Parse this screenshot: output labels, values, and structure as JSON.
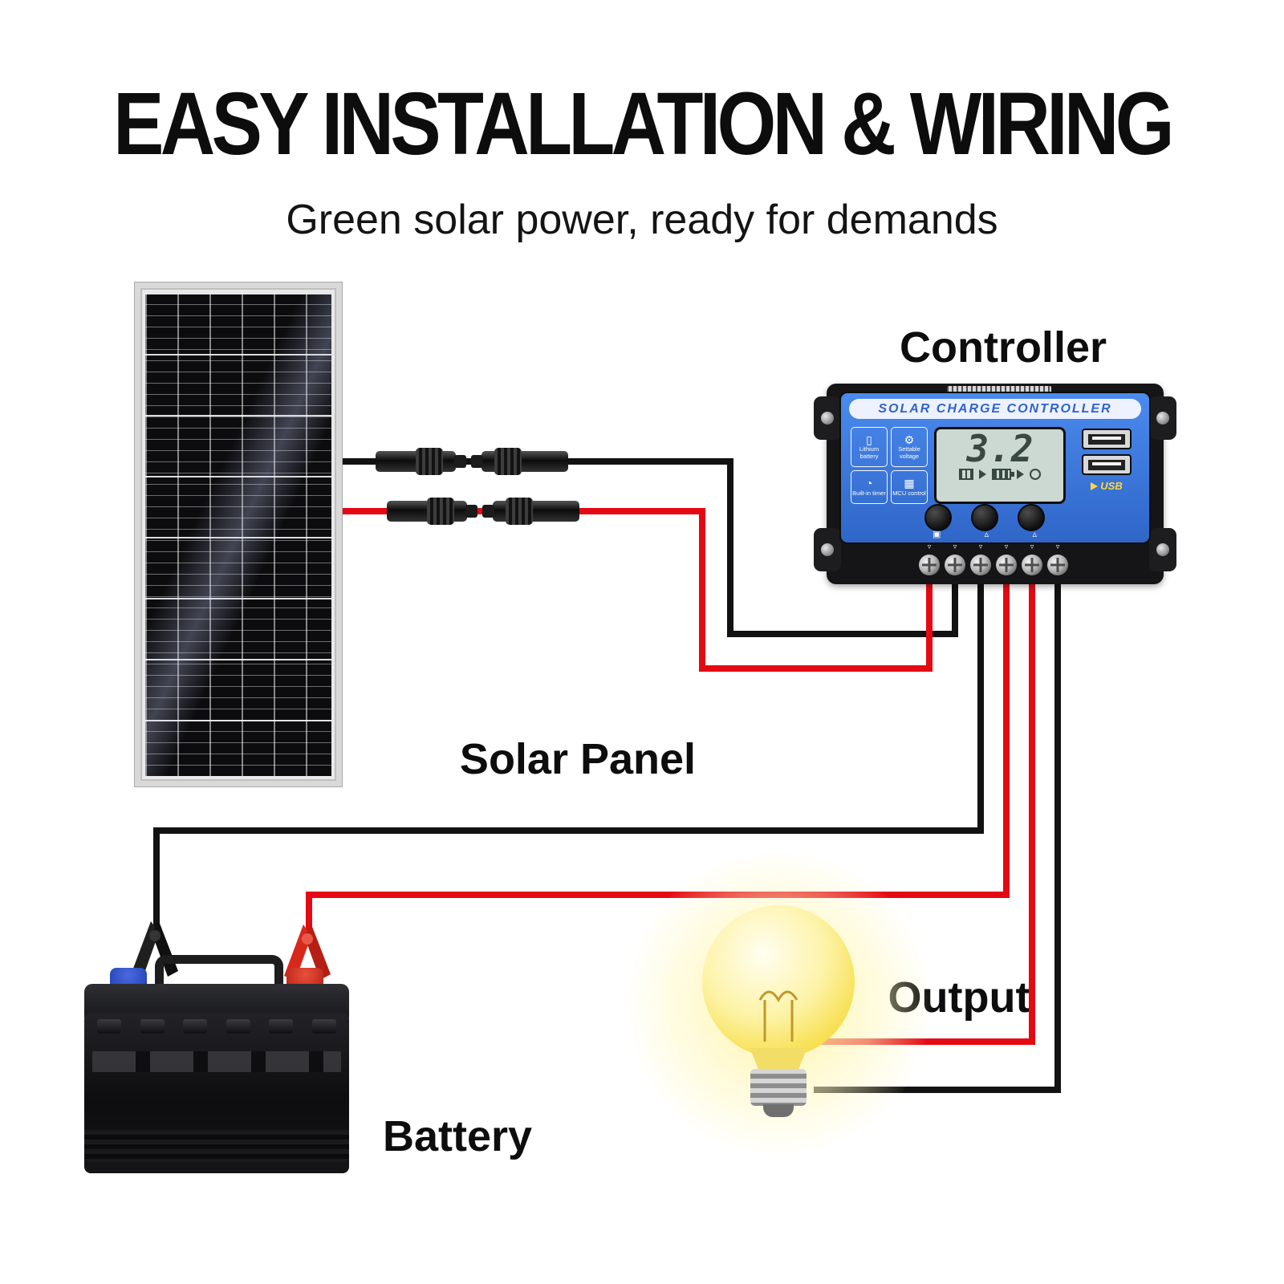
{
  "title": "EASY INSTALLATION & WIRING",
  "subtitle": "Green solar power, ready for demands",
  "labels": {
    "controller": "Controller",
    "solar_panel": "Solar Panel",
    "battery": "Battery",
    "output": "Output"
  },
  "controller": {
    "header": "SOLAR CHARGE CONTROLLER",
    "display_value": "3.2",
    "usb_label": "USB",
    "features": [
      {
        "icon": "▯",
        "label": "Lithium battery"
      },
      {
        "icon": "⚙",
        "label": "Settable voltage"
      },
      {
        "icon": "◔",
        "label": "Built-in timer"
      },
      {
        "icon": "▦",
        "label": "MCU control"
      }
    ]
  },
  "colors": {
    "wire_black": "#121212",
    "wire_red": "#e50914",
    "controller_blue": "#3f7ee0",
    "bulb_yellow": "#f7de4a"
  }
}
